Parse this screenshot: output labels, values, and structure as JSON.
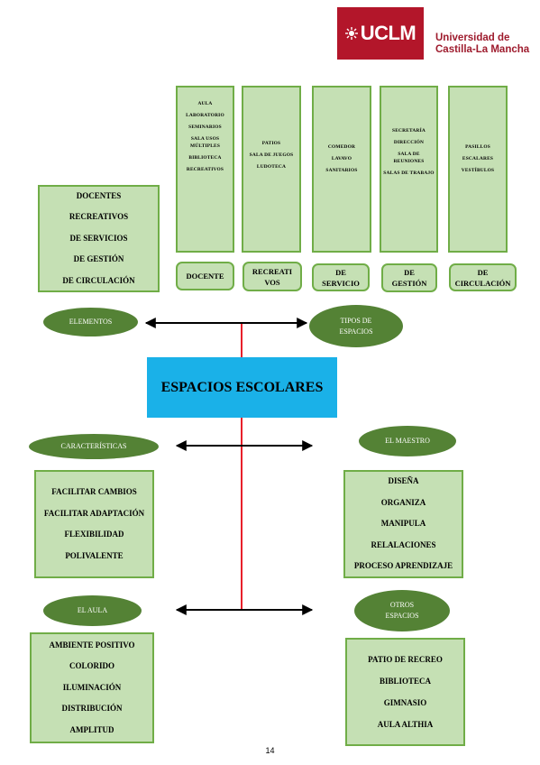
{
  "logo": {
    "text": "UCLM",
    "university": "Universidad de Castilla-La Mancha"
  },
  "top_columns": [
    {
      "items": [
        "AULA",
        "LABORATORIO",
        "SEMINARIOS",
        "SALA USOS MÚLTIPLES",
        "BIBLIOTECA",
        "RECREATIVOS"
      ]
    },
    {
      "items": [
        "PATIOS",
        "SALA DE JUEGOS",
        "LUDOTECA"
      ]
    },
    {
      "items": [
        "COMEDOR",
        "LAVAVO",
        "SANITARIOS"
      ]
    },
    {
      "items": [
        "SECRETARÍA",
        "DIRECCIÓN",
        "SALA DE REUNIONES",
        "SALAS DE TRABAJO"
      ]
    },
    {
      "items": [
        "PASILLOS",
        "ESCALARES",
        "VESTÍBULOS"
      ]
    }
  ],
  "type_labels": [
    "DOCENTE",
    "RECREATI VOS",
    "DE SERVICIO",
    "DE GESTIÓN",
    "DE CIRCULACIÓN"
  ],
  "elementos": {
    "label": "ELEMENTOS",
    "items": [
      "DOCENTES",
      "RECREATIVOS",
      "DE SERVICIOS",
      "DE GESTIÓN",
      "DE CIRCULACIÓN"
    ]
  },
  "tipos": {
    "label": "TIPOS DE ESPACIOS"
  },
  "center": {
    "title": "ESPACIOS ESCOLARES"
  },
  "caracteristicas": {
    "label": "CARACTERÍSTICAS",
    "items": [
      "FACILITAR CAMBIOS",
      "FACILITAR ADAPTACIÓN",
      "FLEXIBILIDAD",
      "POLIVALENTE"
    ]
  },
  "maestro": {
    "label": "EL MAESTRO",
    "items": [
      "DISEÑA",
      "ORGANIZA",
      "MANIPULA",
      "RELALACIONES",
      "PROCESO APRENDIZAJE"
    ]
  },
  "aula": {
    "label": "EL AULA",
    "items": [
      "AMBIENTE POSITIVO",
      "COLORIDO",
      "ILUMINACIÓN",
      "DISTRIBUCIÓN",
      "AMPLITUD"
    ]
  },
  "otros": {
    "label": "OTROS ESPACIOS",
    "items": [
      "PATIO DE RECREO",
      "BIBLIOTECA",
      "GIMNASIO",
      "AULA ALTHIA"
    ]
  },
  "page_number": "14",
  "colors": {
    "logo_red": "#b3162a",
    "box_fill": "#c5e0b4",
    "box_border": "#70ad47",
    "ellipse": "#548235",
    "center": "#1ab1e8",
    "vertical_line": "#e8202a"
  }
}
